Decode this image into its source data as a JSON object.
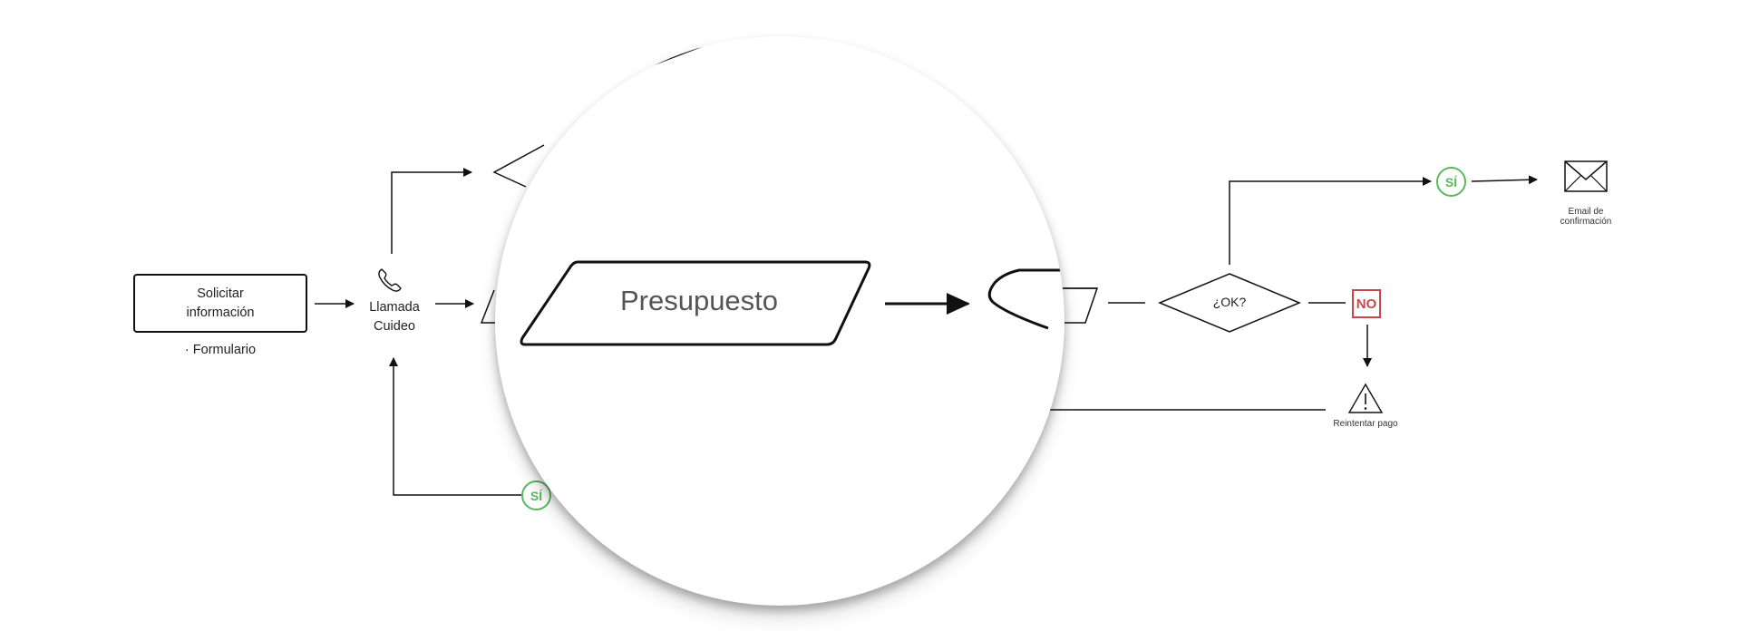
{
  "diagram": {
    "solicitar": {
      "line1": "Solicitar",
      "line2": "información"
    },
    "formulario": "· Formulario",
    "llamada": {
      "line1": "Llamada",
      "line2": "Cuideo"
    },
    "ok_question": "¿OK?",
    "no_badge": "NO",
    "si_badge": "SÍ",
    "si_badge_bottom": "SÍ",
    "email_label": {
      "line1": "Email de",
      "line2": "confirmación"
    },
    "reintentar_label": "Reintentar pago",
    "presupuesto": "Presupuesto"
  },
  "colors": {
    "line": "#111111",
    "si_green": "#5ab85d",
    "no_red": "#c9474a",
    "lens_shadow": "#9a9a9a"
  },
  "icons": [
    "phone-icon",
    "envelope-icon",
    "warning-icon",
    "arrow-icon"
  ]
}
